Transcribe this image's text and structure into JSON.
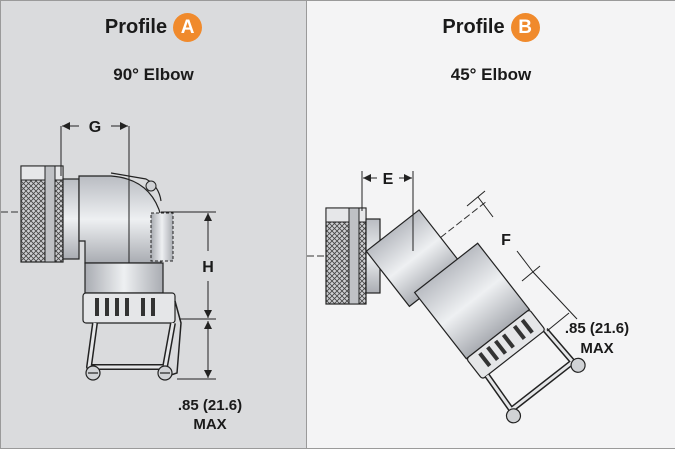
{
  "colors": {
    "accent": "#f08a2c",
    "panel_a": "#dadbdd",
    "panel_b": "#f4f4f5"
  },
  "profile_a": {
    "title": "Profile",
    "badge": "A",
    "subtitle": "90° Elbow",
    "dim_g": "G",
    "dim_h": "H",
    "dim_value": ".85 (21.6)",
    "dim_max": "MAX"
  },
  "profile_b": {
    "title": "Profile",
    "badge": "B",
    "subtitle": "45° Elbow",
    "dim_e": "E",
    "dim_f": "F",
    "dim_value": ".85 (21.6)",
    "dim_max": "MAX"
  }
}
